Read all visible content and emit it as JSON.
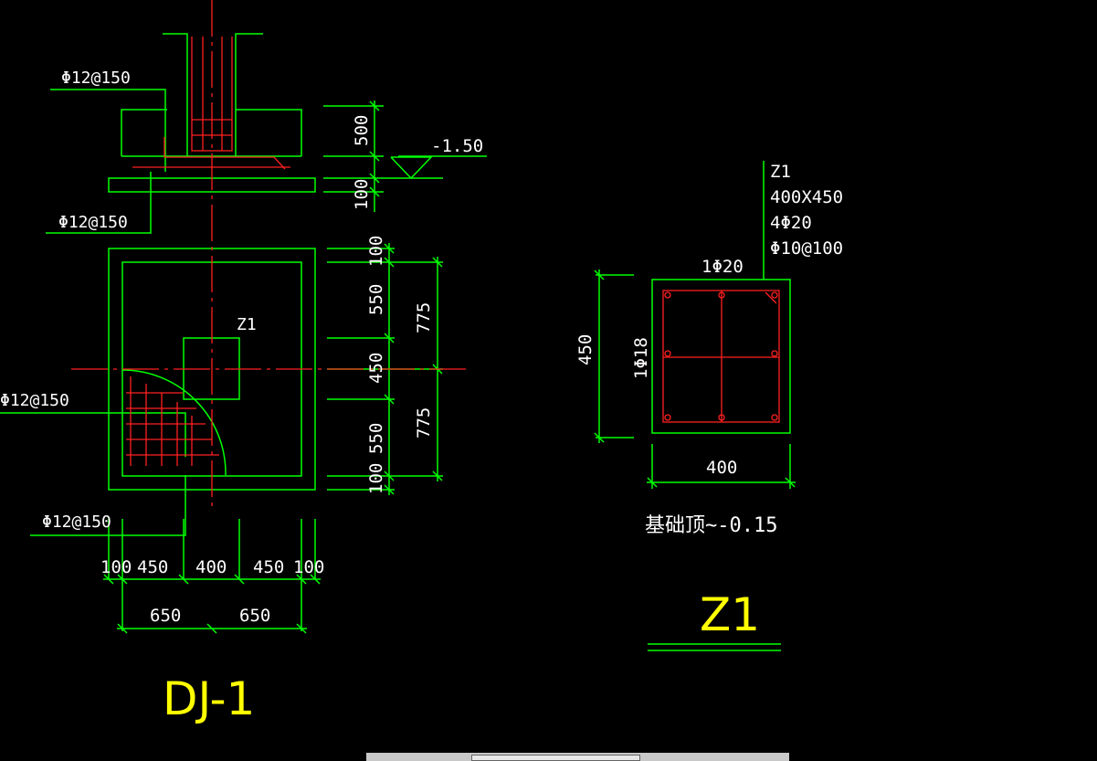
{
  "colors": {
    "background": "#000000",
    "outline": "#00ff00",
    "rebar": "#ff2020",
    "text": "#ffffff",
    "title": "#ffff00"
  },
  "dj1": {
    "title": "DJ-1",
    "column_label": "Z1",
    "rebar_labels": {
      "top_left": "Φ12@150",
      "section_bottom": "Φ12@150",
      "plan_left": "Φ12@150",
      "plan_bottom": "Φ12@150"
    },
    "elevation_mark": "-1.50",
    "section_dims": {
      "pedestal": "500",
      "base": "100"
    },
    "plan_right_dims_inner": [
      "100",
      "550",
      "450",
      "550",
      "100"
    ],
    "plan_right_dims_outer": [
      "775",
      "775"
    ],
    "plan_bottom_dims_inner": [
      "100",
      "450",
      "400",
      "450",
      "100"
    ],
    "plan_bottom_dims_outer": [
      "650",
      "650"
    ]
  },
  "z1": {
    "title": "Z1",
    "info": [
      "Z1",
      "400X450",
      "4Φ20",
      "Φ10@100"
    ],
    "top_bar": "1Φ20",
    "side_bar": "1Φ18",
    "height_dim": "450",
    "width_dim": "400",
    "note": "基础顶~-0.15"
  }
}
